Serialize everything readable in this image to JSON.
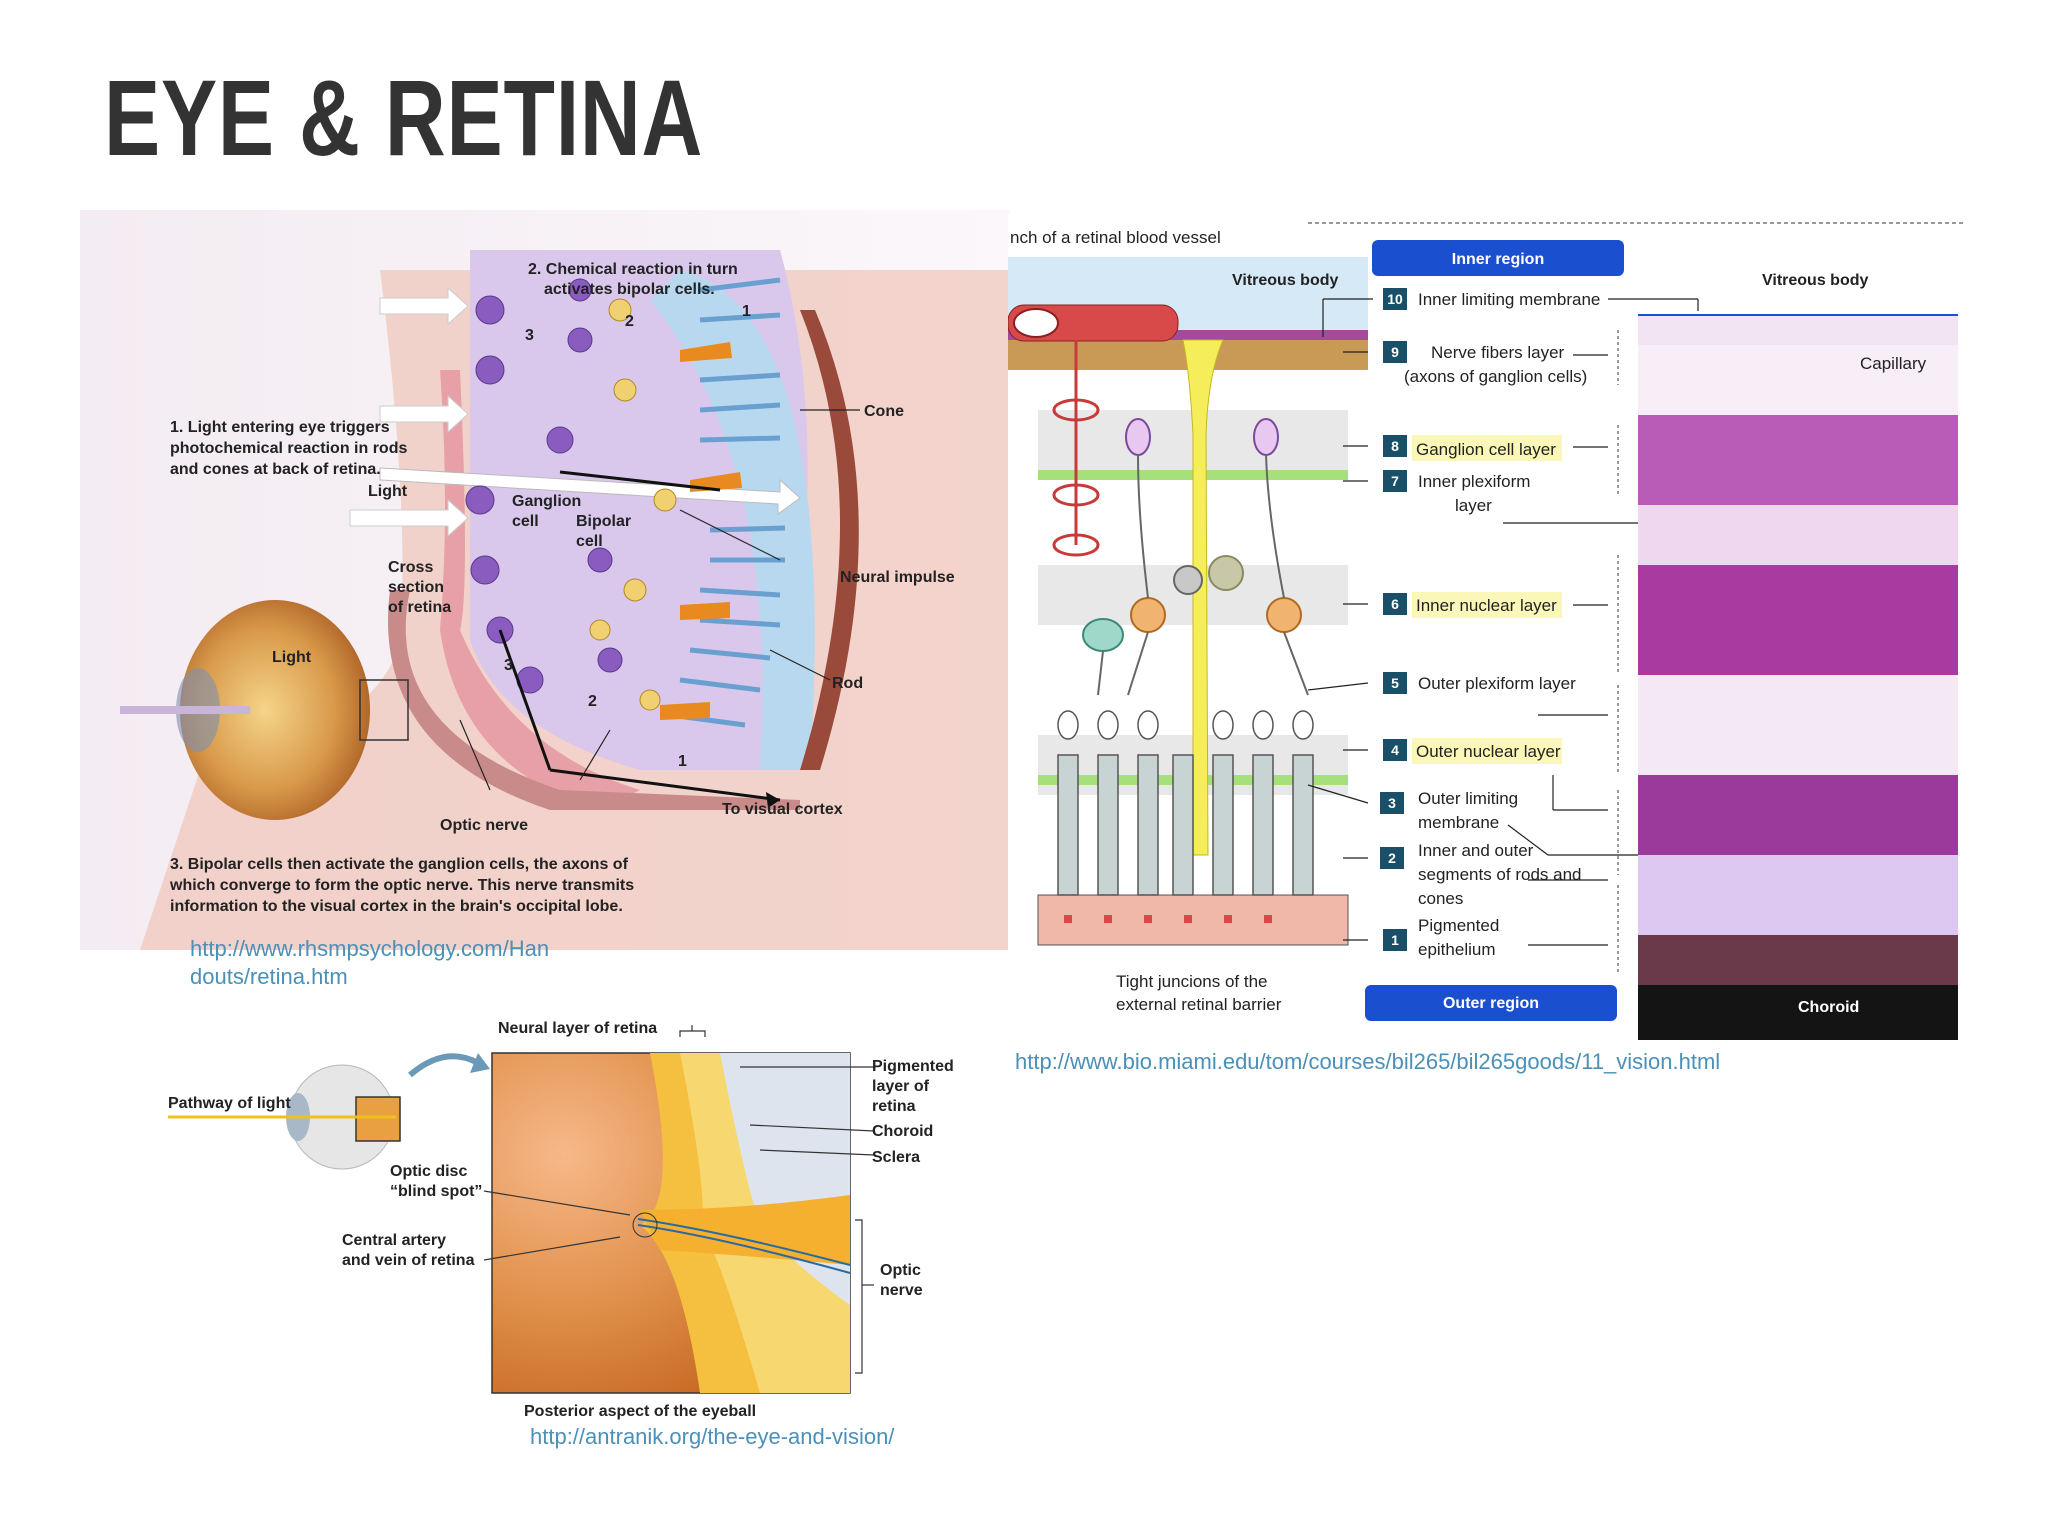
{
  "title": "EYE & RETINA",
  "figure1": {
    "step2": [
      "2. Chemical reaction in turn",
      "activates bipolar cells."
    ],
    "step1": [
      "1. Light entering eye triggers",
      "photochemical reaction in rods",
      "and cones at back of retina."
    ],
    "step3": [
      "3. Bipolar cells then activate the ganglion cells, the axons of",
      "which converge to form the optic nerve. This nerve transmits",
      "information to the visual cortex in the brain's occipital lobe."
    ],
    "light_label": "Light",
    "light_label_2": "Light",
    "ganglion": [
      "Ganglion",
      "cell"
    ],
    "bipolar": [
      "Bipolar",
      "cell"
    ],
    "cross_section": [
      "Cross",
      "section",
      "of retina"
    ],
    "cone": "Cone",
    "neural_impulse": "Neural impulse",
    "rod": "Rod",
    "optic_nerve": "Optic nerve",
    "visual_cortex": "To visual cortex",
    "num1": "1",
    "num2": "2",
    "num3": "3",
    "link": [
      "http://www.rhsmpsychology.com/Han",
      "douts/retina.htm"
    ]
  },
  "figure2": {
    "blood_vessel": "nch of a retinal blood vessel",
    "vitreous_left": "Vitreous body",
    "vitreous_right": "Vitreous body",
    "inner_region": "Inner region",
    "outer_region": "Outer region",
    "capillary": "Capillary",
    "choroid": "Choroid",
    "tight_junctions": [
      "Tight juncions of the",
      "external retinal barrier"
    ],
    "layers": [
      {
        "num": "10",
        "lines": [
          "Inner limiting membrane"
        ]
      },
      {
        "num": "9",
        "lines": [
          "Nerve fibers layer",
          "(axons of ganglion cells)"
        ]
      },
      {
        "num": "8",
        "lines": [
          "Ganglion cell layer"
        ]
      },
      {
        "num": "7",
        "lines": [
          "Inner plexiform",
          "layer"
        ]
      },
      {
        "num": "6",
        "lines": [
          "Inner nuclear layer"
        ]
      },
      {
        "num": "5",
        "lines": [
          "Outer plexiform layer"
        ]
      },
      {
        "num": "4",
        "lines": [
          "Outer nuclear layer"
        ]
      },
      {
        "num": "3",
        "lines": [
          "Outer limiting",
          "membrane"
        ]
      },
      {
        "num": "2",
        "lines": [
          "Inner and outer",
          "segments of rods and",
          "cones"
        ]
      },
      {
        "num": "1",
        "lines": [
          "Pigmented",
          "epithelium"
        ]
      }
    ],
    "link": "http://www.bio.miami.edu/tom/courses/bil265/bil265goods/11_vision.html"
  },
  "figure3": {
    "neural_layer": "Neural layer of retina",
    "pathway": "Pathway of light",
    "optic_disc": [
      "Optic disc",
      "“blind spot”"
    ],
    "central_artery": [
      "Central artery",
      "and vein of retina"
    ],
    "pigmented": [
      "Pigmented",
      "layer of",
      "retina"
    ],
    "choroid": "Choroid",
    "sclera": "Sclera",
    "optic_nerve": [
      "Optic",
      "nerve"
    ],
    "caption": "Posterior aspect of the eyeball",
    "link": "http://antranik.org/the-eye-and-vision/"
  }
}
